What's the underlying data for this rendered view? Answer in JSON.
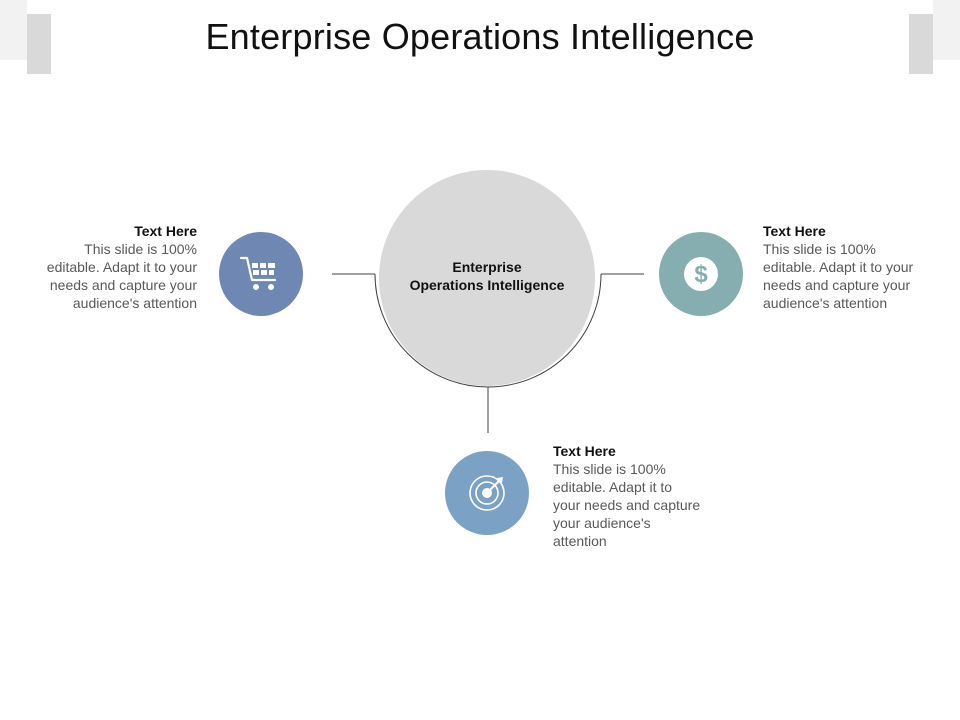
{
  "title": "Enterprise Operations Intelligence",
  "center": {
    "label_line1": "Enterprise",
    "label_line2": "Operations Intelligence",
    "color": "#d9d9d9"
  },
  "items": [
    {
      "id": "left",
      "heading": "Text Here",
      "body": "This slide is 100% editable. Adapt it to your needs and capture your audience's attention",
      "icon": "shopping-cart-icon",
      "color": "#6f87b3"
    },
    {
      "id": "right",
      "heading": "Text Here",
      "body": "This slide is 100% editable. Adapt it to your needs and capture your audience's attention",
      "icon": "dollar-coin-icon",
      "color": "#86aeb0"
    },
    {
      "id": "bottom",
      "heading": "Text Here",
      "body": "This slide is 100% editable. Adapt it to your needs and capture your audience's attention",
      "icon": "target-icon",
      "color": "#7ba1c4"
    }
  ]
}
